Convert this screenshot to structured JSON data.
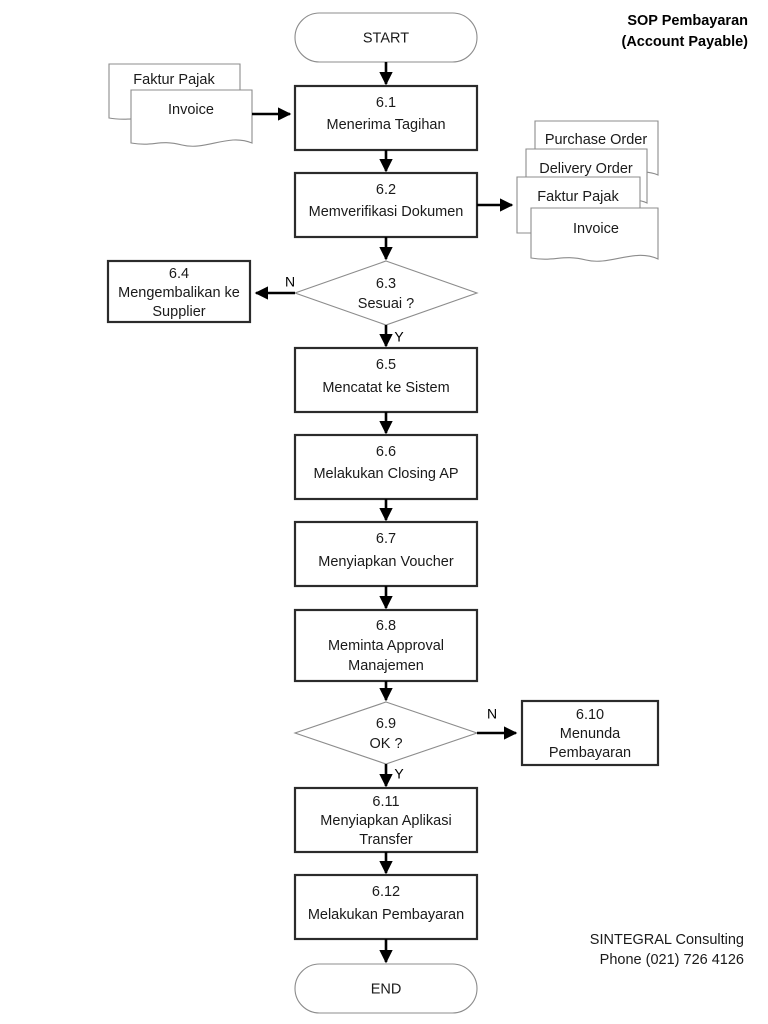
{
  "document": {
    "title_line1": "SOP Pembayaran",
    "title_line2": "(Account Payable)"
  },
  "footer": {
    "line1": "SINTEGRAL Consulting",
    "line2": "Phone (021) 726 4126"
  },
  "terminators": {
    "start": "START",
    "end": "END"
  },
  "input_documents": [
    {
      "label": "Faktur Pajak"
    },
    {
      "label": "Invoice"
    }
  ],
  "verification_documents": [
    {
      "label": "Purchase Order"
    },
    {
      "label": "Delivery Order"
    },
    {
      "label": "Faktur Pajak"
    },
    {
      "label": "Invoice"
    }
  ],
  "steps": {
    "s61": {
      "num": "6.1",
      "line1": "Menerima Tagihan",
      "line2": ""
    },
    "s62": {
      "num": "6.2",
      "line1": "Memverifikasi Dokumen",
      "line2": ""
    },
    "s63": {
      "num": "6.3",
      "line1": "Sesuai ?"
    },
    "s64": {
      "num": "6.4",
      "line1": "Mengembalikan ke",
      "line2": "Supplier"
    },
    "s65": {
      "num": "6.5",
      "line1": "Mencatat ke Sistem",
      "line2": ""
    },
    "s66": {
      "num": "6.6",
      "line1": "Melakukan Closing AP",
      "line2": ""
    },
    "s67": {
      "num": "6.7",
      "line1": "Menyiapkan Voucher",
      "line2": ""
    },
    "s68": {
      "num": "6.8",
      "line1": "Meminta Approval",
      "line2": "Manajemen"
    },
    "s69": {
      "num": "6.9",
      "line1": "OK ?"
    },
    "s610": {
      "num": "6.10",
      "line1": "Menunda",
      "line2": "Pembayaran"
    },
    "s611": {
      "num": "6.11",
      "line1": "Menyiapkan Aplikasi",
      "line2": "Transfer"
    },
    "s612": {
      "num": "6.12",
      "line1": "Melakukan Pembayaran",
      "line2": ""
    }
  },
  "branch_labels": {
    "n63": "N",
    "y63": "Y",
    "n69": "N",
    "y69": "Y"
  },
  "colors": {
    "process_border": "#2b2b2b",
    "light_border": "#8c8c8c",
    "connector": "#000000",
    "text": "#1a1a1a",
    "background": "#ffffff"
  }
}
